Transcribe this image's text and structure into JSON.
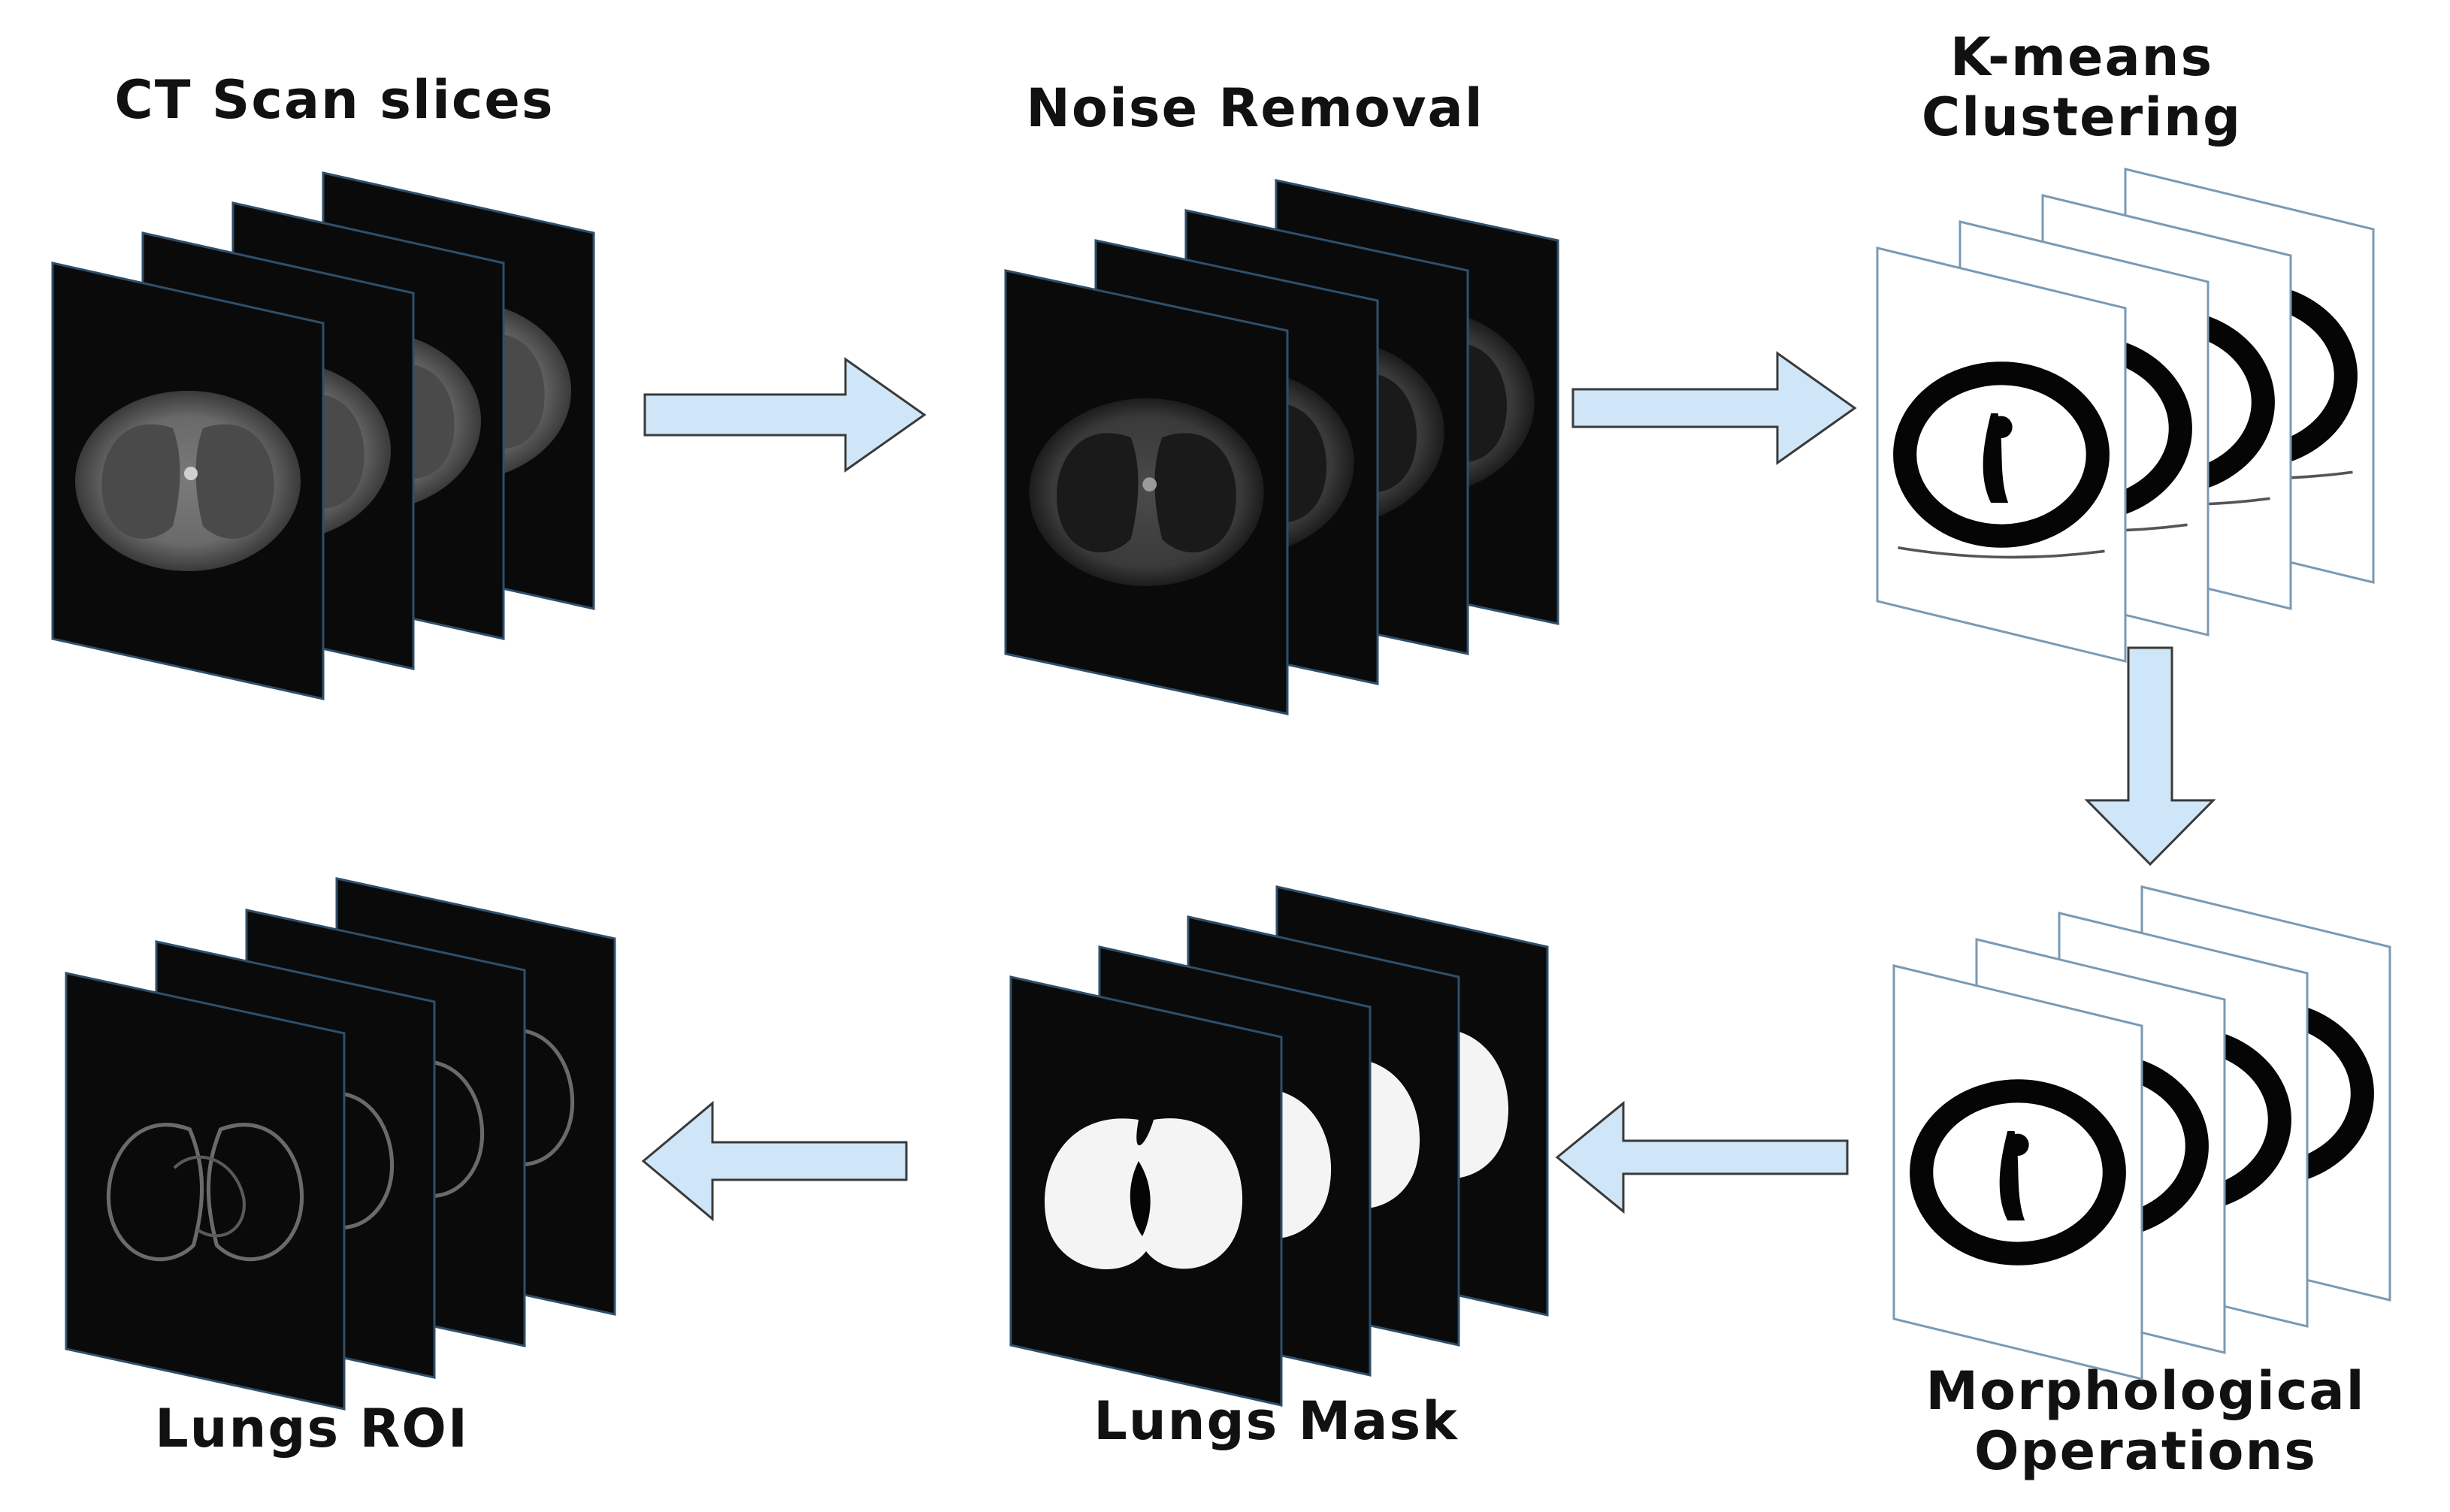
{
  "diagram": {
    "stages": [
      {
        "id": "ct-scan",
        "label_lines": [
          "CT Scan slices"
        ],
        "style": "ct-raw"
      },
      {
        "id": "noise-removal",
        "label_lines": [
          "Noise Removal"
        ],
        "style": "ct-denoised"
      },
      {
        "id": "kmeans",
        "label_lines": [
          "K-means",
          "Clustering"
        ],
        "style": "kmeans"
      },
      {
        "id": "morphological",
        "label_lines": [
          "Morphological",
          "Operations"
        ],
        "style": "morph"
      },
      {
        "id": "lungs-mask",
        "label_lines": [
          "Lungs Mask"
        ],
        "style": "mask"
      },
      {
        "id": "lungs-roi",
        "label_lines": [
          "Lungs ROI"
        ],
        "style": "roi"
      }
    ],
    "flow": [
      {
        "from": "ct-scan",
        "to": "noise-removal",
        "direction": "right"
      },
      {
        "from": "noise-removal",
        "to": "kmeans",
        "direction": "right"
      },
      {
        "from": "kmeans",
        "to": "morphological",
        "direction": "down"
      },
      {
        "from": "morphological",
        "to": "lungs-mask",
        "direction": "left"
      },
      {
        "from": "lungs-mask",
        "to": "lungs-roi",
        "direction": "left"
      }
    ],
    "colors": {
      "arrow_fill": "#cfe6f8",
      "arrow_stroke": "#3a3a3a",
      "dark_slice": "#0a0a0a",
      "slice_edge": "#2f4f6a",
      "light_slice": "#ffffff",
      "light_slice_edge": "#7a9ab4"
    }
  }
}
